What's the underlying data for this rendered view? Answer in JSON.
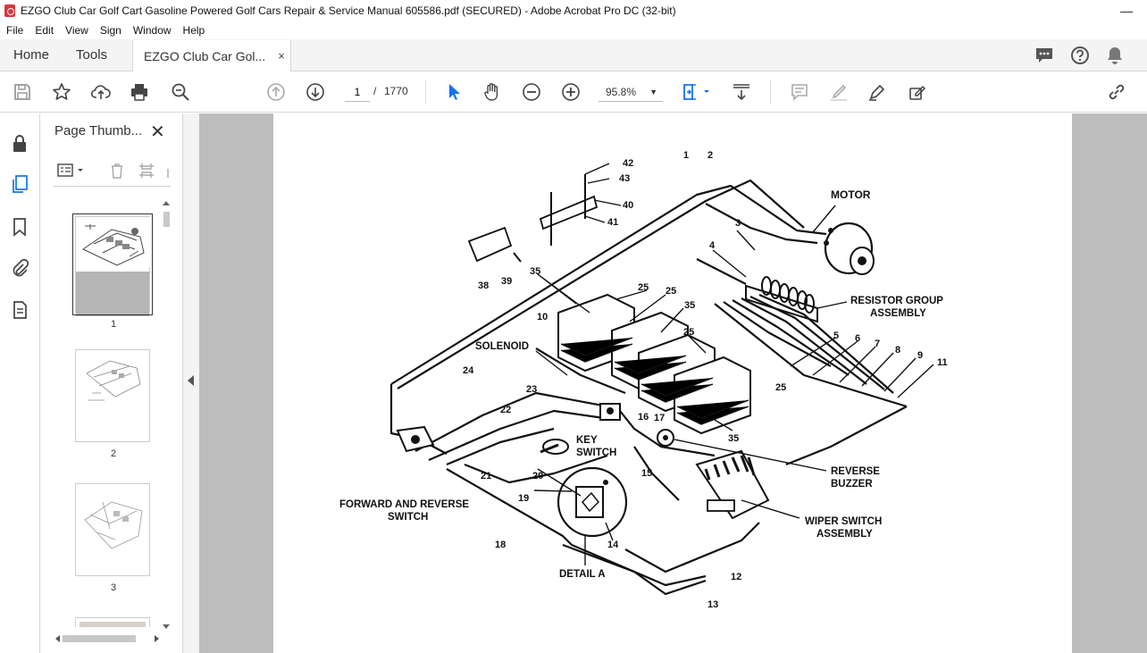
{
  "window": {
    "title": "EZGO Club Car Golf Cart Gasoline Powered Golf Cars Repair & Service Manual 605586.pdf (SECURED) - Adobe Acrobat Pro DC (32-bit)",
    "minimize": "—"
  },
  "menu": [
    "File",
    "Edit",
    "View",
    "Sign",
    "Window",
    "Help"
  ],
  "tabs": {
    "home": "Home",
    "tools": "Tools",
    "document": "EZGO Club Car Gol...",
    "close": "×"
  },
  "toolbar": {
    "page_current": "1",
    "page_separator": "/",
    "page_total": "1770",
    "zoom": "95.8%"
  },
  "thumbnails": {
    "title": "Page Thumb...",
    "close": "✕",
    "pages": [
      "1",
      "2",
      "3"
    ]
  },
  "diagram_labels": {
    "motor": "MOTOR",
    "resistor1": "RESISTOR GROUP",
    "resistor2": "ASSEMBLY",
    "solenoid": "SOLENOID",
    "key1": "KEY",
    "key2": "SWITCH",
    "reverse1": "REVERSE",
    "reverse2": "BUZZER",
    "wiper1": "WIPER SWITCH",
    "wiper2": "ASSEMBLY",
    "fwd1": "FORWARD AND REVERSE",
    "fwd2": "SWITCH",
    "detail": "DETAIL A",
    "n1": "1",
    "n2": "2",
    "n3": "3",
    "n4": "4",
    "n5": "5",
    "n6": "6",
    "n7": "7",
    "n8": "8",
    "n9": "9",
    "n10": "10",
    "n11": "11",
    "n12": "12",
    "n13": "13",
    "n14": "14",
    "n15": "15",
    "n16": "16",
    "n17": "17",
    "n18": "18",
    "n19": "19",
    "n20": "20",
    "n21": "21",
    "n22": "22",
    "n23": "23",
    "n24": "24",
    "n25a": "25",
    "n25b": "25",
    "n25c": "25",
    "n25d": "25",
    "n35a": "35",
    "n35b": "35",
    "n35c": "35",
    "n38": "38",
    "n39": "39",
    "n40": "40",
    "n41": "41",
    "n42": "42",
    "n43": "43"
  }
}
